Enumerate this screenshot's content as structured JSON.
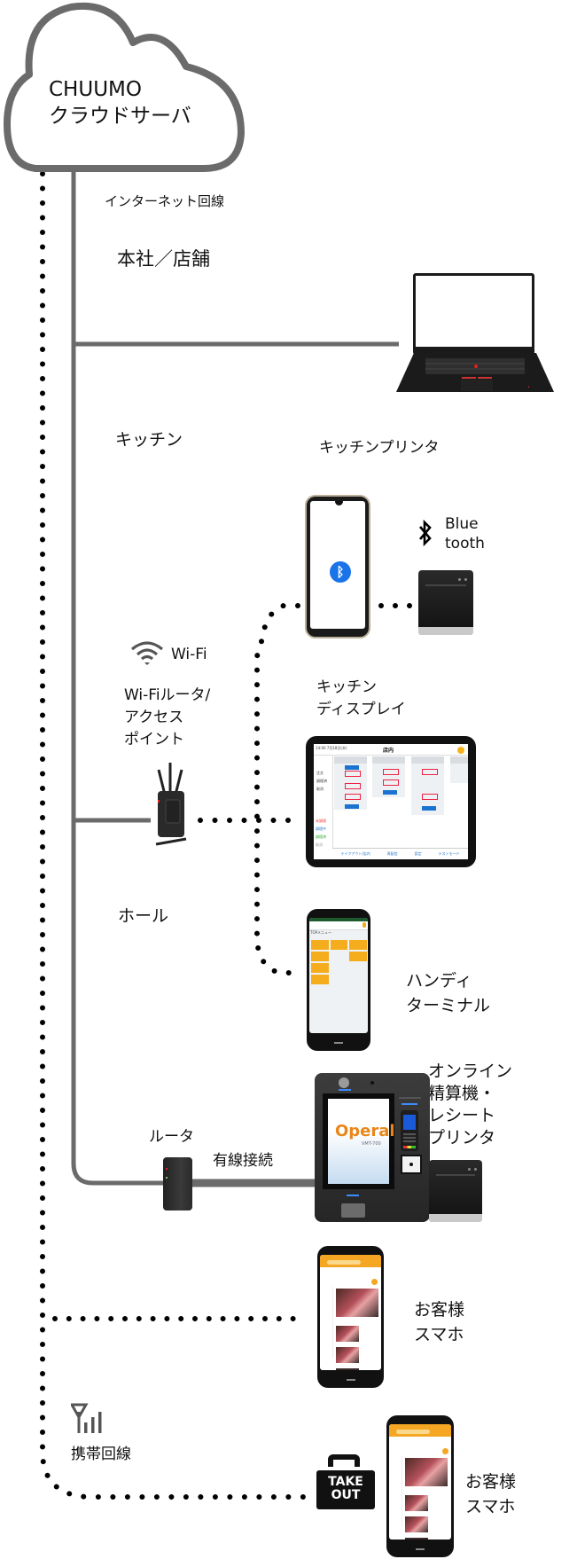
{
  "diagram": {
    "title": "CHUUMO system network configuration",
    "cloud": {
      "line1": "CHUUMO",
      "line2": "クラウドサーバ"
    },
    "connections": {
      "internet_label": "インターネット回線",
      "wired_label": "有線接続",
      "mobile_label": "携帯回線",
      "bluetooth_label_1": "Blue",
      "bluetooth_label_2": "tooth",
      "wifi_label": "Wi-Fi"
    },
    "sections": {
      "headquarters": "本社／店舗",
      "kitchen": "キッチン",
      "hall": "ホール"
    },
    "devices": {
      "kitchen_printer": "キッチンプリンタ",
      "kitchen_display_1": "キッチン",
      "kitchen_display_2": "ディスプレイ",
      "wifi_router_1": "Wi-Fiルータ/",
      "wifi_router_2": "アクセス",
      "wifi_router_3": "ポイント",
      "handy_1": "ハンディ",
      "handy_2": "ターミナル",
      "kiosk_1": "オンライン",
      "kiosk_2": "精算機・",
      "kiosk_3": "レシート",
      "kiosk_4": "プリンタ",
      "router": "ルータ",
      "customer_phone_1": "お客様",
      "customer_phone_2": "スマホ",
      "takeout_phone_1": "お客様",
      "takeout_phone_2": "スマホ"
    },
    "kiosk_screen": {
      "brand": "Operal",
      "model": "VMT-700"
    },
    "takeout_bag": {
      "line1": "TAKE",
      "line2": "OUT"
    },
    "kds_screen": {
      "title": "店内",
      "side_items": [
        "注文",
        "調理済",
        "取消"
      ],
      "status_items": [
        "未調理",
        "調理中",
        "調理済",
        "取消"
      ],
      "tabs": [
        "テイクアウト/店内",
        "再配信",
        "設定",
        "テストモード"
      ]
    },
    "handy_screen": {
      "breadcrumb": "TOPメニュー"
    },
    "colors": {
      "line": "#6b6b6b",
      "bluetooth_blue": "#1a73e8",
      "orange": "#f5a623",
      "operal_orange": "#e8861a"
    }
  }
}
